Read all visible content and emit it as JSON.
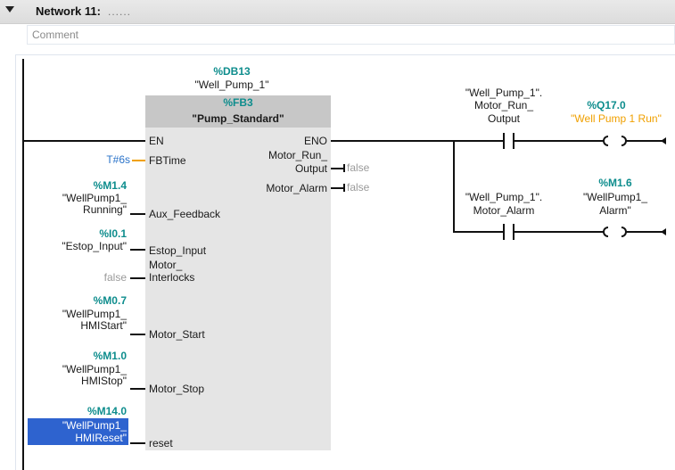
{
  "network": {
    "title": "Network 11:",
    "title_placeholder": "......",
    "comment_placeholder": "Comment"
  },
  "block": {
    "instance_address": "%DB13",
    "instance_name": "\"Well_Pump_1\"",
    "fb_address": "%FB3",
    "fb_name": "\"Pump_Standard\"",
    "inputs": {
      "en": "EN",
      "fbtime": "FBTime",
      "aux_feedback": "Aux_Feedback",
      "estop_input": "Estop_Input",
      "motor_interlocks_1": "Motor_",
      "motor_interlocks_2": "Interlocks",
      "motor_start": "Motor_Start",
      "motor_stop": "Motor_Stop",
      "reset": "reset"
    },
    "outputs": {
      "eno": "ENO",
      "motor_run_output_1": "Motor_Run_",
      "motor_run_output_2": "Output",
      "motor_alarm": "Motor_Alarm",
      "motor_run_output_value": "false",
      "motor_alarm_value": "false"
    }
  },
  "operands": {
    "fbtime_value": "T#6s",
    "aux_address": "%M1.4",
    "aux_name_1": "\"WellPump1_",
    "aux_name_2": "Running\"",
    "estop_address": "%I0.1",
    "estop_name": "\"Estop_Input\"",
    "interlocks_value": "false",
    "start_address": "%M0.7",
    "start_name_1": "\"WellPump1_",
    "start_name_2": "HMIStart\"",
    "stop_address": "%M1.0",
    "stop_name_1": "\"WellPump1_",
    "stop_name_2": "HMIStop\"",
    "reset_address": "%M14.0",
    "reset_name_1": "\"WellPump1_",
    "reset_name_2": "HMIReset\""
  },
  "rungs": {
    "contact1_name_1": "\"Well_Pump_1\".",
    "contact1_name_2": "Motor_Run_",
    "contact1_name_3": "Output",
    "coil1_address": "%Q17.0",
    "coil1_name": "\"Well Pump 1 Run\"",
    "contact2_name_1": "\"Well_Pump_1\".",
    "contact2_name_2": "Motor_Alarm",
    "coil2_address": "%M1.6",
    "coil2_name_1": "\"WellPump1_",
    "coil2_name_2": "Alarm\""
  },
  "colors": {
    "teal": "#0e8d8d",
    "orange": "#f0a000",
    "selection": "#2e63cf"
  }
}
